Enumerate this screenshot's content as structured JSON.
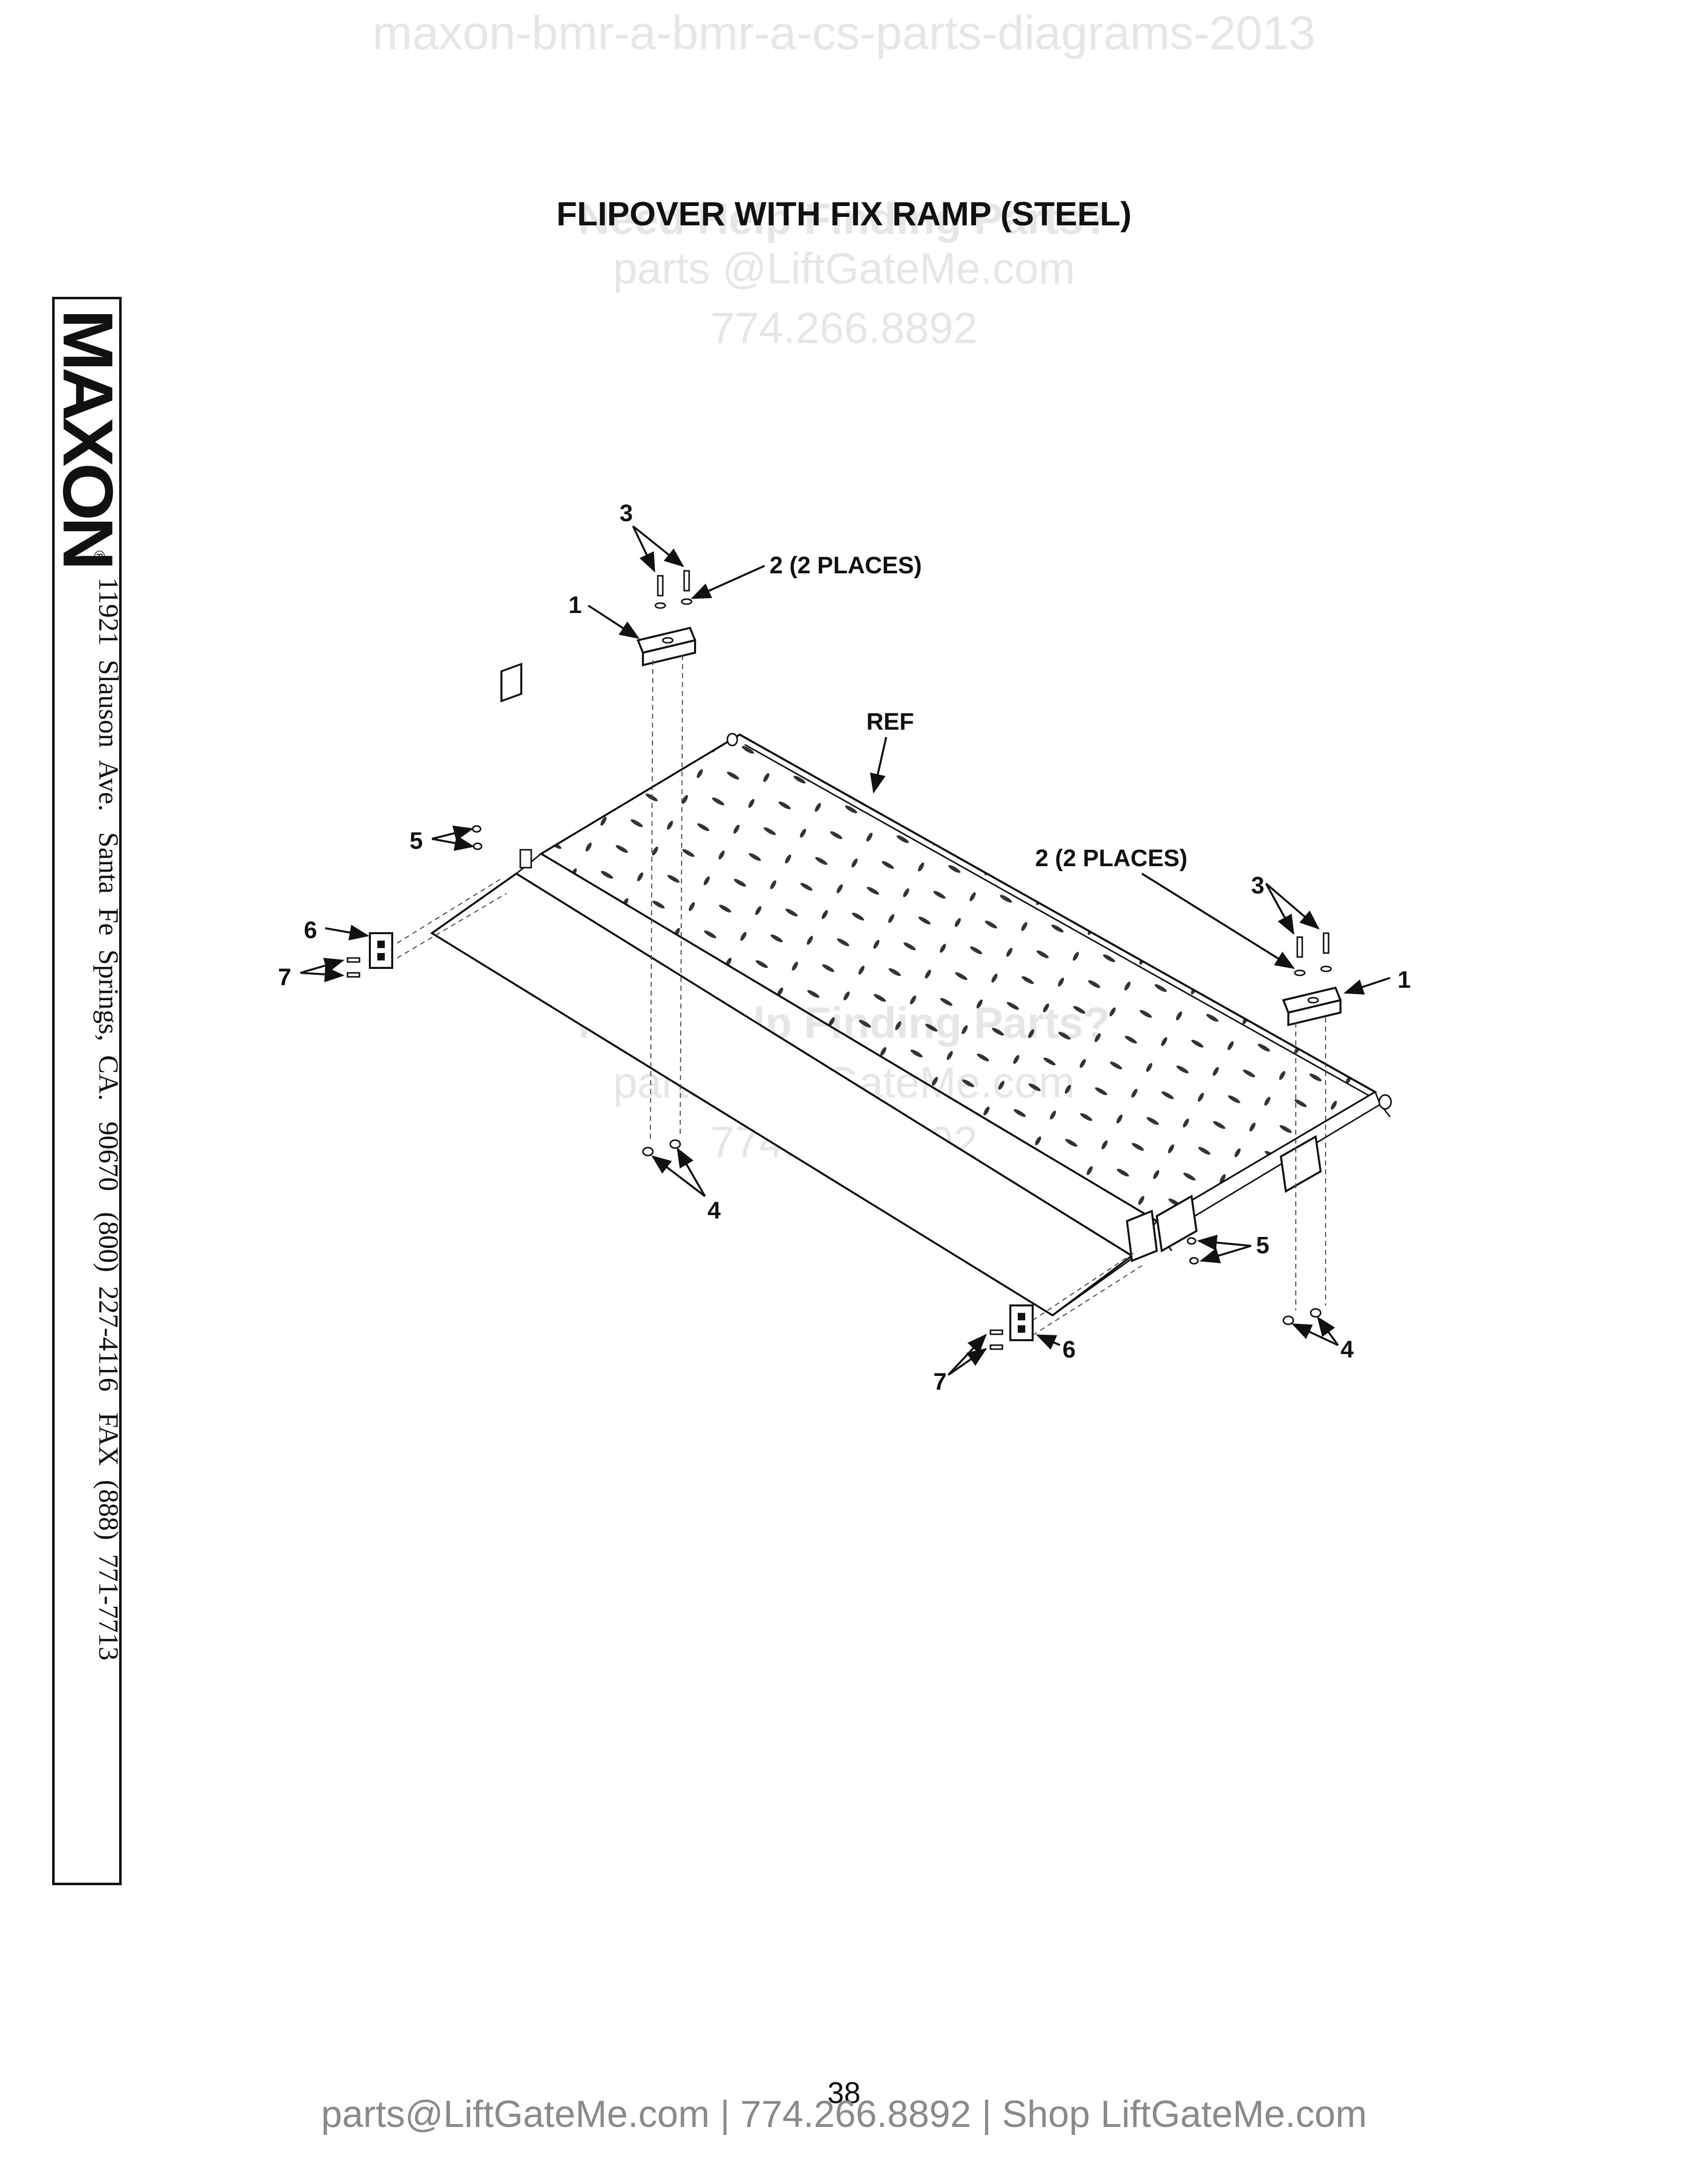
{
  "watermarks": {
    "top": "maxon-bmr-a-bmr-a-cs-parts-diagrams-2013",
    "help": "Need Help Finding Parts?",
    "email": "parts @LiftGateMe.com",
    "phone": "774.266.8892"
  },
  "title": "FLIPOVER WITH FIX RAMP (STEEL)",
  "sidebar": {
    "logo": "MAXON",
    "registered": "®",
    "address": "11921  Slauson  Ave.   Santa  Fe  Springs,  CA.   90670   (800)  227-4116   FAX  (888)  771-7713"
  },
  "callouts": {
    "c1": "1",
    "c2": "2 (2 PLACES)",
    "c3": "3",
    "c4": "4",
    "c5": "5",
    "c6": "6",
    "c7": "7",
    "ref": "REF"
  },
  "page_number": "38",
  "footer": "parts@LiftGateMe.com | 774.266.8892 | Shop LiftGateMe.com"
}
